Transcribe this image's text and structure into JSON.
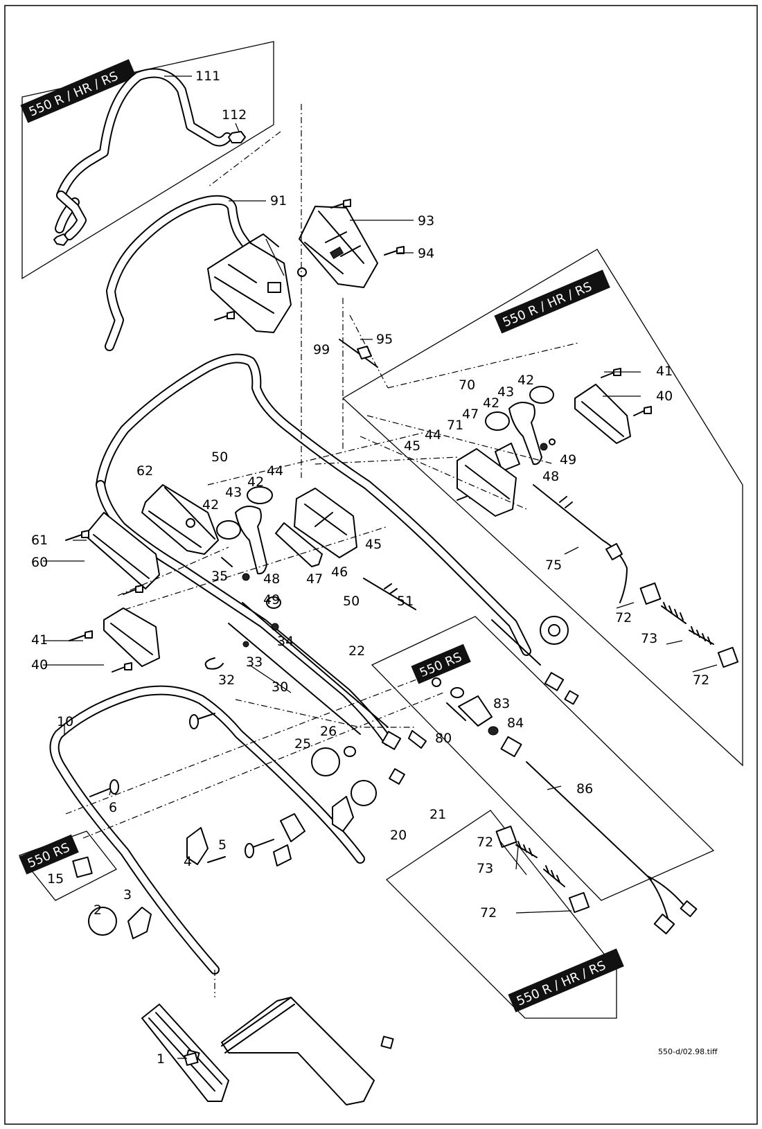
{
  "image_reference": "550-d/02.98.tiff",
  "variant_badges": [
    {
      "id": "top-left-box",
      "label": "550 R / HR / RS"
    },
    {
      "id": "right-box",
      "label": "550 R / HR / RS"
    },
    {
      "id": "center-box",
      "label": "550 RS"
    },
    {
      "id": "left-small-box",
      "label": "550 RS"
    },
    {
      "id": "bottom-right-box",
      "label": "550 R / HR / RS"
    }
  ],
  "callouts": [
    {
      "n": "111"
    },
    {
      "n": "112"
    },
    {
      "n": "91"
    },
    {
      "n": "93"
    },
    {
      "n": "94"
    },
    {
      "n": "95"
    },
    {
      "n": "99"
    },
    {
      "n": "41"
    },
    {
      "n": "70"
    },
    {
      "n": "42"
    },
    {
      "n": "43"
    },
    {
      "n": "42"
    },
    {
      "n": "40"
    },
    {
      "n": "47"
    },
    {
      "n": "71"
    },
    {
      "n": "44"
    },
    {
      "n": "45"
    },
    {
      "n": "49"
    },
    {
      "n": "48"
    },
    {
      "n": "50"
    },
    {
      "n": "62"
    },
    {
      "n": "42"
    },
    {
      "n": "43"
    },
    {
      "n": "42"
    },
    {
      "n": "44"
    },
    {
      "n": "45"
    },
    {
      "n": "61"
    },
    {
      "n": "60"
    },
    {
      "n": "35"
    },
    {
      "n": "48"
    },
    {
      "n": "47"
    },
    {
      "n": "46"
    },
    {
      "n": "49"
    },
    {
      "n": "50"
    },
    {
      "n": "51"
    },
    {
      "n": "75"
    },
    {
      "n": "72"
    },
    {
      "n": "73"
    },
    {
      "n": "72"
    },
    {
      "n": "41"
    },
    {
      "n": "40"
    },
    {
      "n": "34"
    },
    {
      "n": "33"
    },
    {
      "n": "32"
    },
    {
      "n": "22"
    },
    {
      "n": "30"
    },
    {
      "n": "83"
    },
    {
      "n": "84"
    },
    {
      "n": "80"
    },
    {
      "n": "10"
    },
    {
      "n": "26"
    },
    {
      "n": "25"
    },
    {
      "n": "86"
    },
    {
      "n": "6"
    },
    {
      "n": "20"
    },
    {
      "n": "21"
    },
    {
      "n": "72"
    },
    {
      "n": "73"
    },
    {
      "n": "15"
    },
    {
      "n": "5"
    },
    {
      "n": "4"
    },
    {
      "n": "3"
    },
    {
      "n": "2"
    },
    {
      "n": "72"
    },
    {
      "n": "1"
    }
  ]
}
